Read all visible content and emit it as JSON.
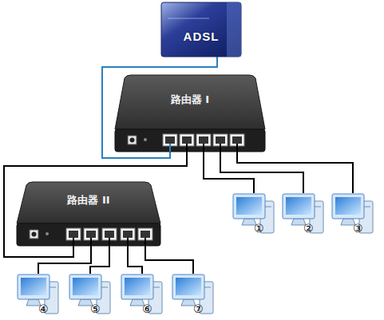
{
  "diagram": {
    "nodes": [
      {
        "text": [
          "ADSL"
        ]
      },
      {
        "text": [
          "路由器 I"
        ]
      },
      {
        "text": [
          "路由器 II"
        ]
      },
      {
        "text": [
          "①"
        ]
      },
      {
        "text": [
          "②"
        ]
      },
      {
        "text": [
          "③"
        ]
      },
      {
        "text": [
          "④"
        ]
      },
      {
        "text": [
          "⑤"
        ]
      },
      {
        "text": [
          "⑥"
        ]
      },
      {
        "text": [
          "⑦"
        ]
      }
    ],
    "edges": [
      {
        "from": 0,
        "to": 1,
        "arrow": "none"
      },
      {
        "from": 1,
        "to": 2,
        "arrow": "none"
      },
      {
        "from": 1,
        "to": 3,
        "arrow": "none"
      },
      {
        "from": 1,
        "to": 4,
        "arrow": "none"
      },
      {
        "from": 1,
        "to": 5,
        "arrow": "none"
      },
      {
        "from": 2,
        "to": 6,
        "arrow": "none"
      },
      {
        "from": 2,
        "to": 7,
        "arrow": "none"
      },
      {
        "from": 2,
        "to": 8,
        "arrow": "none"
      },
      {
        "from": 2,
        "to": 9,
        "arrow": "none"
      }
    ]
  }
}
